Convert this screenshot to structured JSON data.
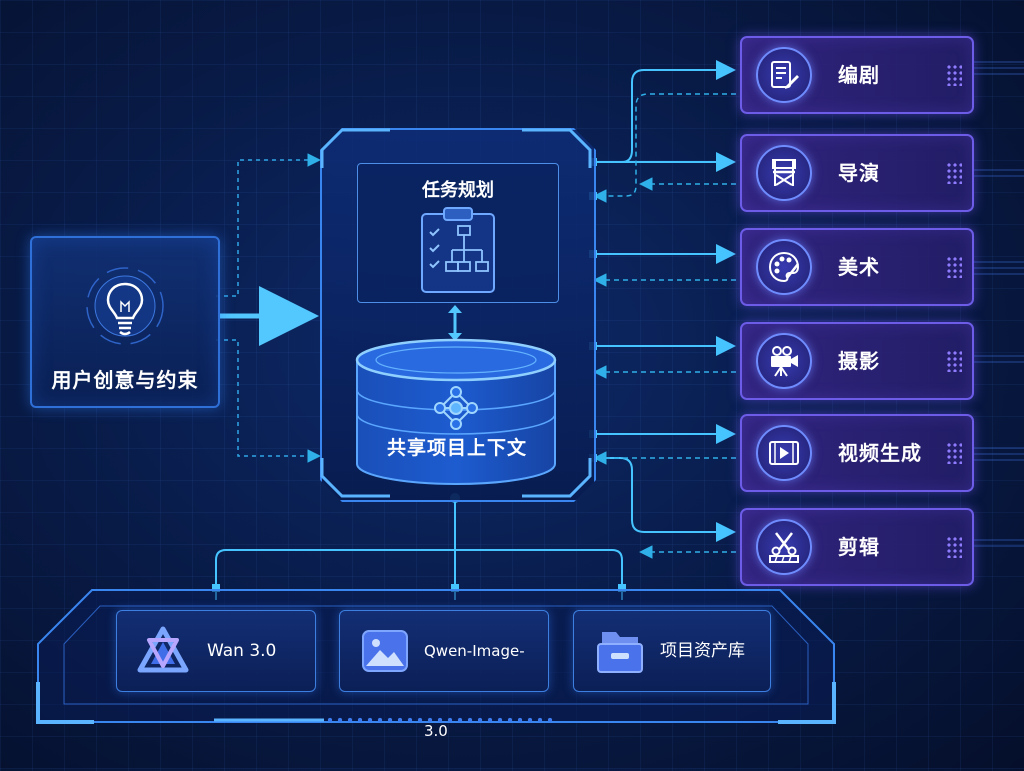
{
  "user_input": {
    "label": "用户创意与约束",
    "icon": "lightbulb-icon"
  },
  "core": {
    "task_planning": {
      "label": "任务规划",
      "icon": "clipboard-flow-icon"
    },
    "shared_context": {
      "label": "共享项目上下文",
      "icon": "database-network-icon"
    }
  },
  "agents": [
    {
      "label": "编剧",
      "icon": "script-pen-icon"
    },
    {
      "label": "导演",
      "icon": "director-chair-icon"
    },
    {
      "label": "美术",
      "icon": "palette-icon"
    },
    {
      "label": "摄影",
      "icon": "movie-camera-icon"
    },
    {
      "label": "视频生成",
      "icon": "video-play-icon"
    },
    {
      "label": "剪辑",
      "icon": "scissors-clapper-icon"
    }
  ],
  "tools": [
    {
      "label": "Wan 3.0",
      "icon": "wan-logo-icon"
    },
    {
      "label": "Qwen-Image-3.0",
      "icon": "image-icon"
    },
    {
      "label": "项目资产库",
      "icon": "archive-drawer-icon"
    }
  ],
  "colors": {
    "background": "#07163a",
    "blue_accent": "#3a86f0",
    "cyan_line": "#41c8ff",
    "purple_accent": "#6c5ce7"
  }
}
